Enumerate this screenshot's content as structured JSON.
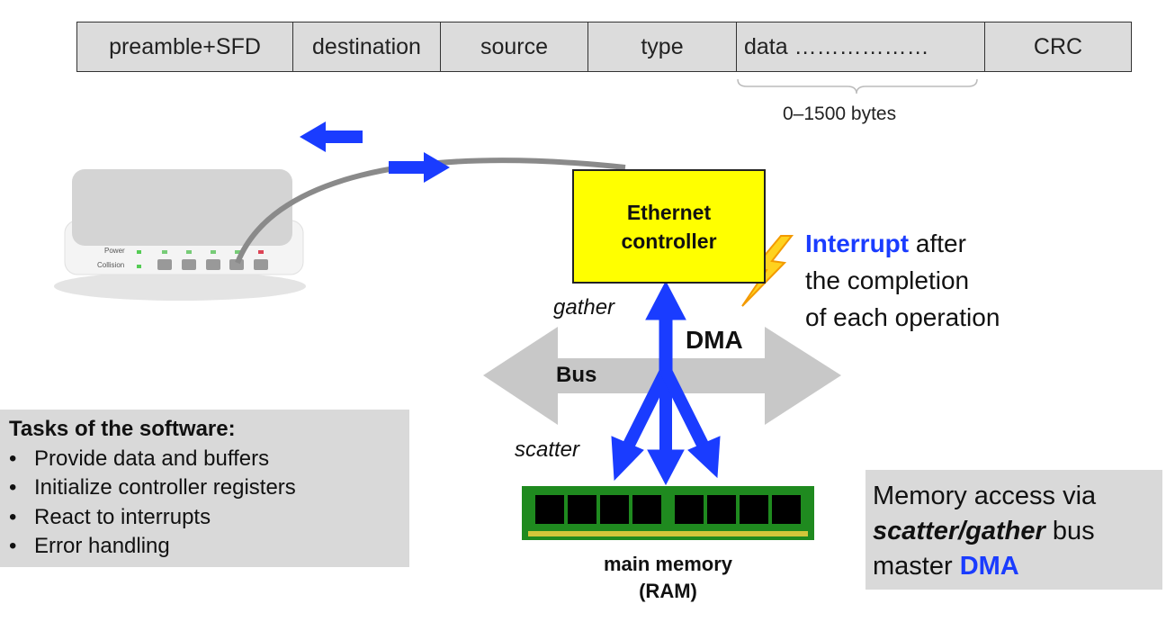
{
  "frame": {
    "fields": [
      "preamble+SFD",
      "destination",
      "source",
      "type",
      "data ………………",
      "CRC"
    ],
    "data_length": "0–1500 bytes"
  },
  "router": {
    "power_label": "Power",
    "collision_label": "Collision"
  },
  "controller": {
    "line1": "Ethernet",
    "line2": "controller"
  },
  "interrupt": {
    "keyword": "Interrupt",
    "line1_rest": " after",
    "line2": "the completion",
    "line3": "of each operation"
  },
  "labels": {
    "gather": "gather",
    "scatter": "scatter",
    "dma": "DMA",
    "bus": "Bus",
    "memory_line1": "main memory",
    "memory_line2": "(RAM)"
  },
  "tasks": {
    "title": "Tasks of the software:",
    "items": [
      "Provide data and buffers",
      "Initialize controller registers",
      "React to interrupts",
      "Error handling"
    ]
  },
  "memory_note": {
    "line1": "Memory access via",
    "line2_bold": "scatter/gather",
    "line2_rest": " bus",
    "line3": "master ",
    "line3_blue": "DMA"
  },
  "colors": {
    "accent_blue": "#1a3cff",
    "controller_yellow": "#ffff00",
    "bus_gray": "#c8c8c8",
    "ram_green": "#1f8a1f"
  }
}
